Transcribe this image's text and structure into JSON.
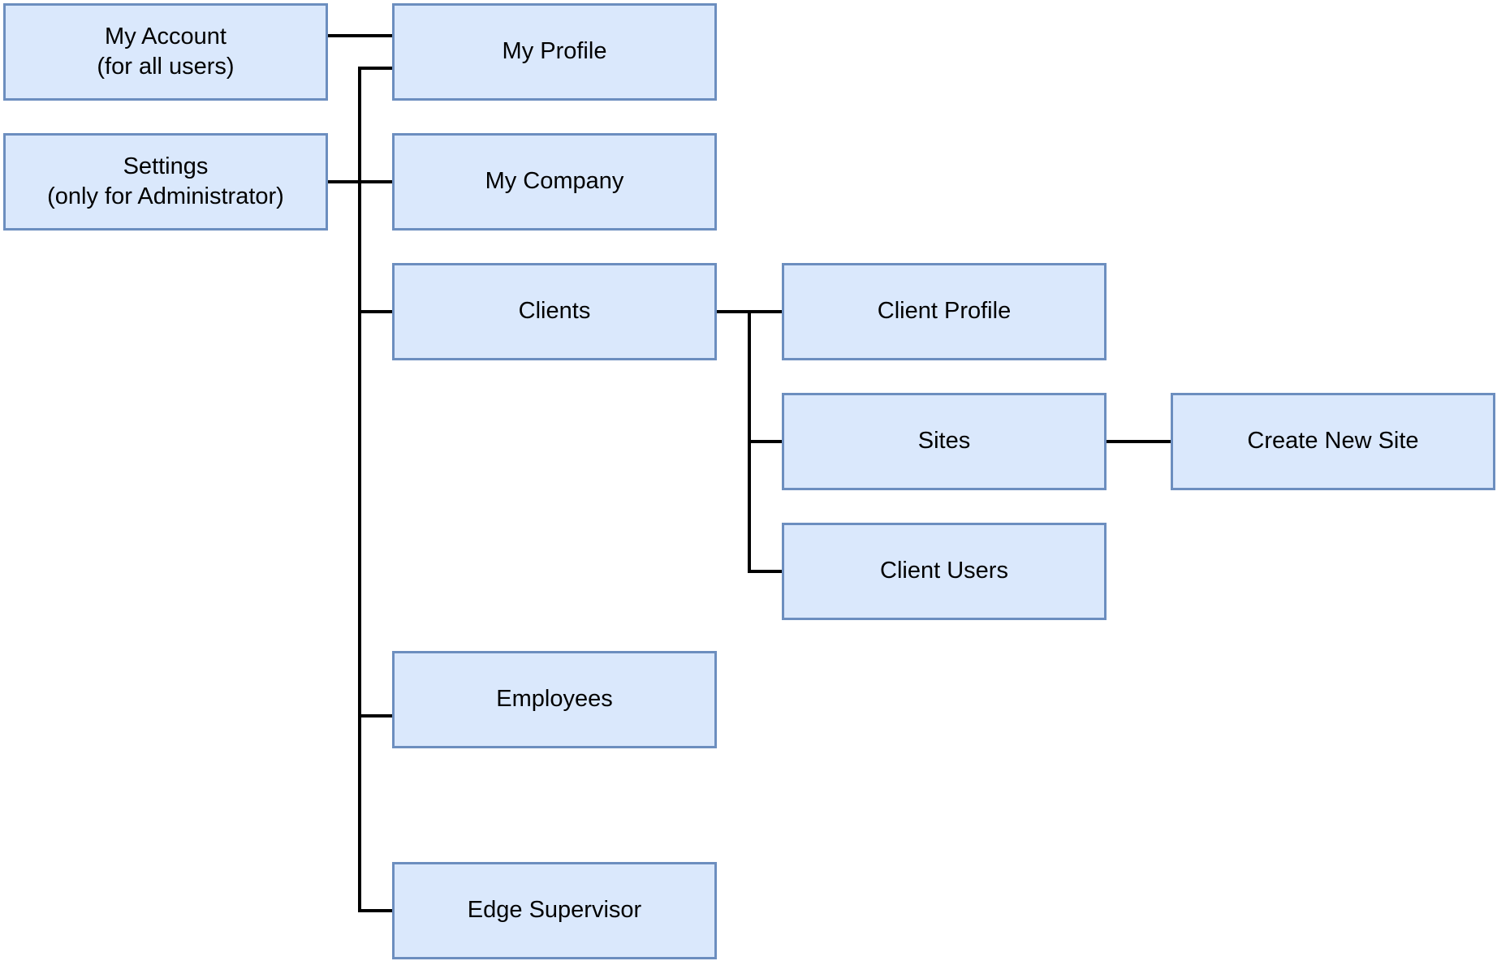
{
  "diagram": {
    "type": "flowchart",
    "background_color": "#ffffff",
    "node_fill_color": "#dae8fc",
    "node_border_color": "#6c8ebf",
    "connector_color": "#000000",
    "text_color": "#000000",
    "nodes": [
      {
        "id": "my-account",
        "label": "My Account\n(for all users)"
      },
      {
        "id": "settings",
        "label": "Settings\n(only for Administrator)"
      },
      {
        "id": "my-profile",
        "label": "My Profile"
      },
      {
        "id": "my-company",
        "label": "My Company"
      },
      {
        "id": "clients",
        "label": "Clients"
      },
      {
        "id": "client-profile",
        "label": "Client Profile"
      },
      {
        "id": "sites",
        "label": "Sites"
      },
      {
        "id": "create-new-site",
        "label": "Create New Site"
      },
      {
        "id": "client-users",
        "label": "Client Users"
      },
      {
        "id": "employees",
        "label": "Employees"
      },
      {
        "id": "edge-supervisor",
        "label": "Edge Supervisor"
      }
    ],
    "edges": [
      {
        "from": "my-account",
        "to": "my-profile"
      },
      {
        "from": "settings",
        "to": "my-profile"
      },
      {
        "from": "settings",
        "to": "my-company"
      },
      {
        "from": "settings",
        "to": "clients"
      },
      {
        "from": "settings",
        "to": "employees"
      },
      {
        "from": "settings",
        "to": "edge-supervisor"
      },
      {
        "from": "clients",
        "to": "client-profile"
      },
      {
        "from": "clients",
        "to": "sites"
      },
      {
        "from": "clients",
        "to": "client-users"
      },
      {
        "from": "sites",
        "to": "create-new-site"
      }
    ]
  }
}
